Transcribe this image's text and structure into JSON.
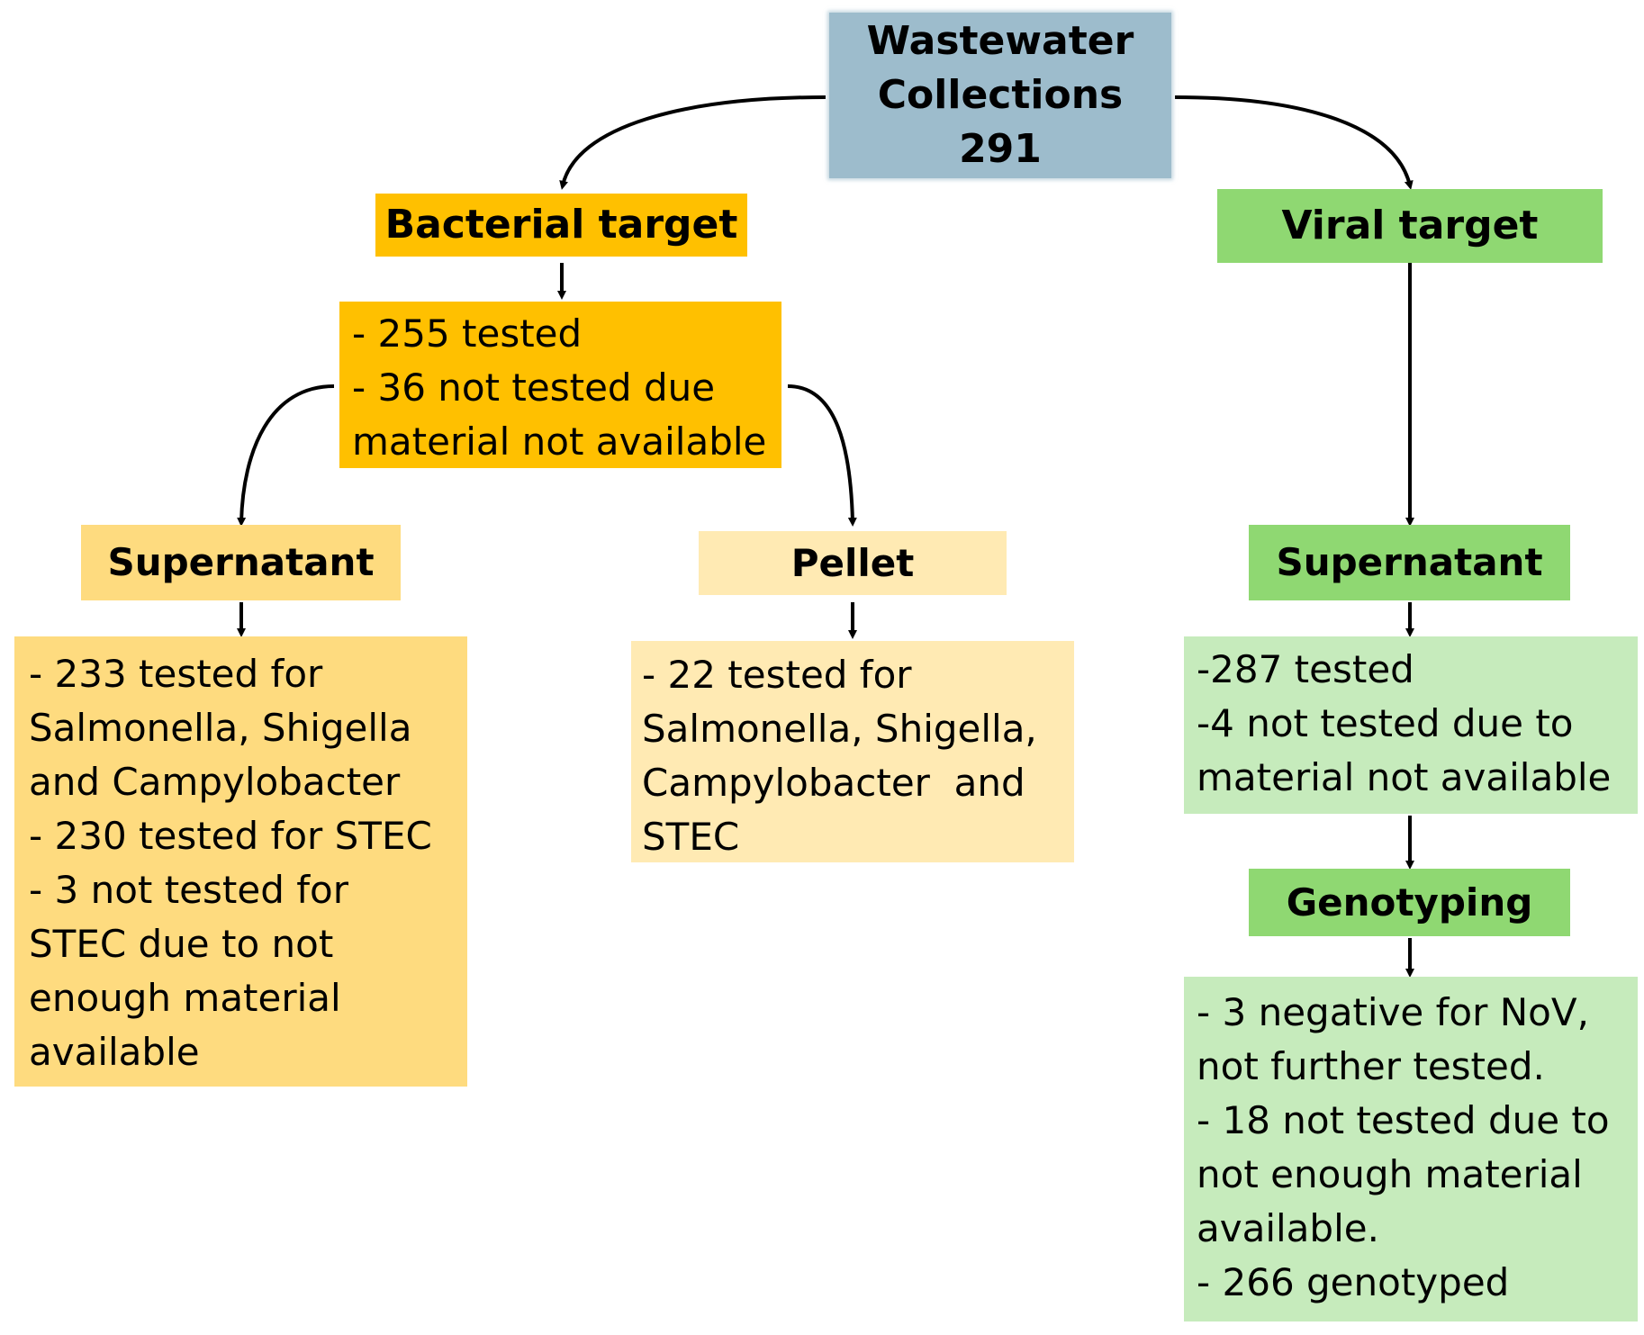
{
  "root": {
    "lines": [
      "Wastewater",
      "Collections",
      "291"
    ],
    "color": "#9dbccc"
  },
  "bacterial": {
    "title": "Bacterial target",
    "color": "#ffc000",
    "detail_lines": [
      "- 255 tested",
      "- 36 not tested due",
      "material not available"
    ],
    "supernatant": {
      "title": "Supernatant",
      "color": "#fedb7f",
      "detail_lines": [
        "- 233 tested for",
        "Salmonella, Shigella",
        "and Campylobacter",
        "- 230 tested for STEC",
        "- 3 not tested for",
        "STEC due to not",
        "enough material",
        "available"
      ]
    },
    "pellet": {
      "title": "Pellet",
      "color": "#ffeab3",
      "detail_lines": [
        "- 22 tested for",
        "Salmonella, Shigella,",
        "Campylobacter  and",
        "STEC"
      ]
    }
  },
  "viral": {
    "title": "Viral target",
    "color": "#8fd872",
    "supernatant": {
      "title": "Supernatant",
      "detail_color": "#c6ebbc",
      "detail_lines": [
        "-287 tested",
        "-4 not tested due to",
        "material not available"
      ]
    },
    "genotyping": {
      "title": "Genotyping",
      "detail_lines": [
        "- 3 negative for NoV,",
        "not further tested.",
        "- 18 not tested due to",
        "not enough material",
        "available.",
        "- 266 genotyped"
      ]
    }
  }
}
